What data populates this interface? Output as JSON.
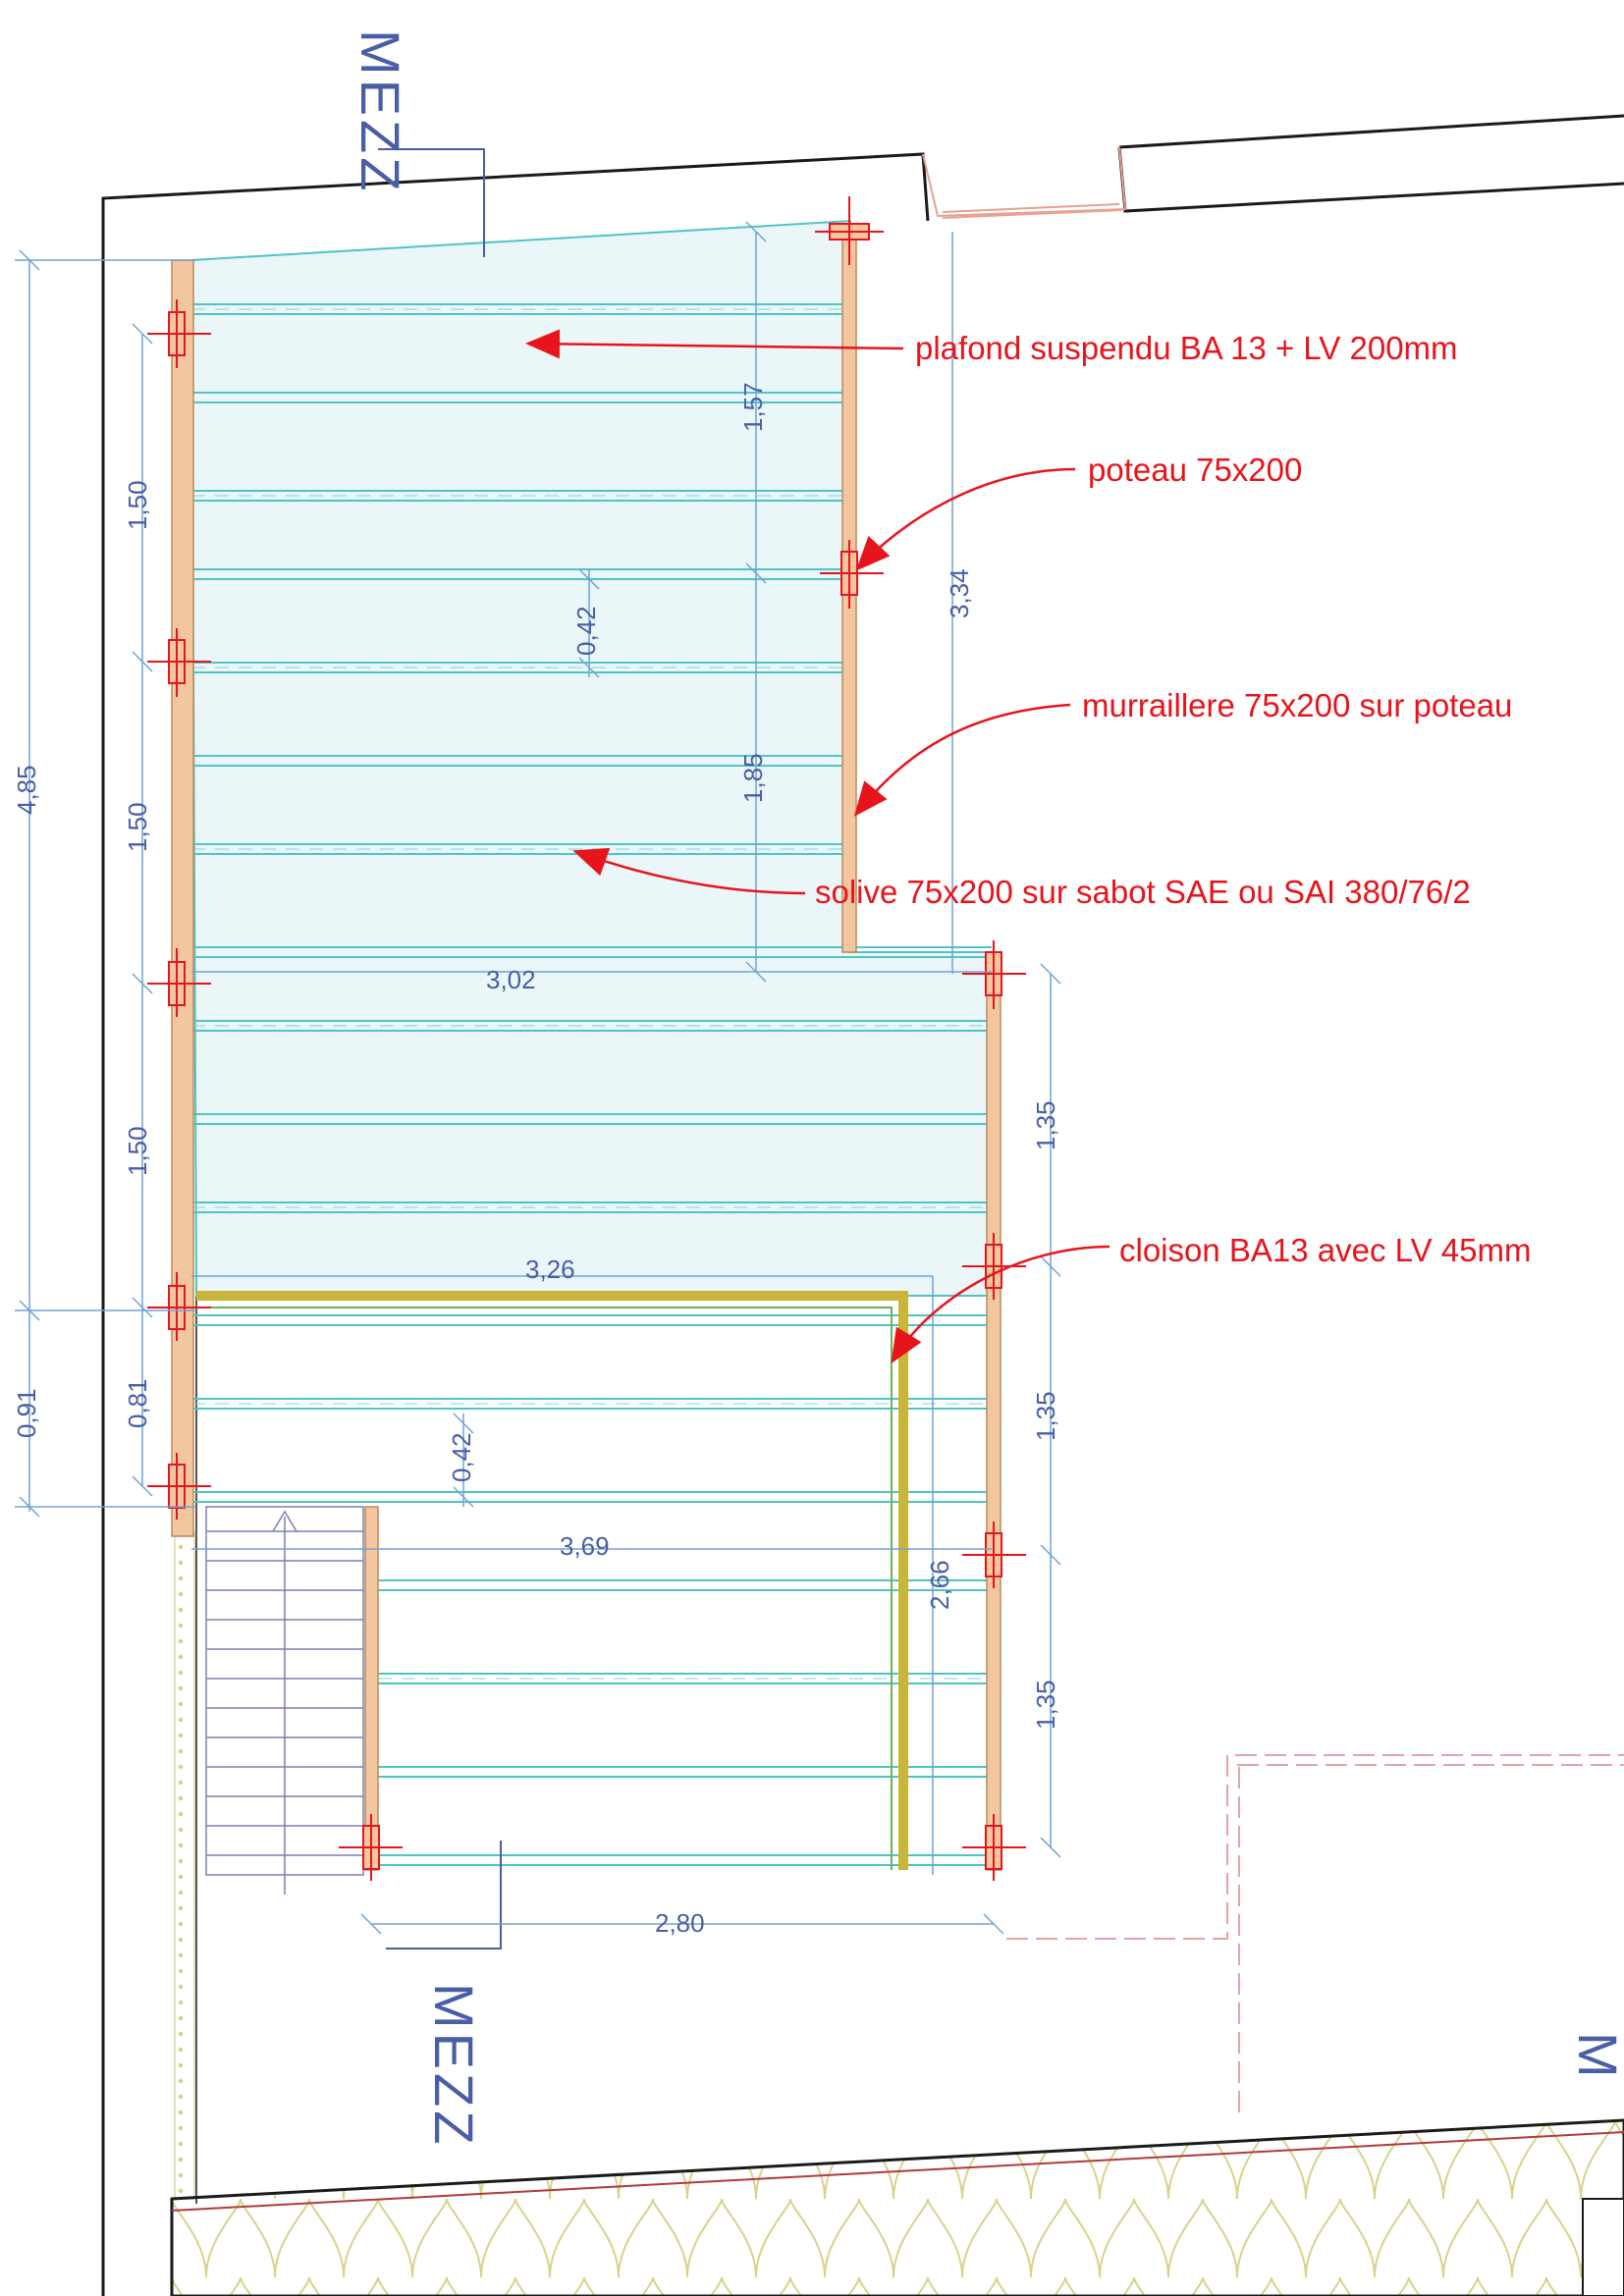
{
  "section_labels": {
    "top_cut": "MEZZ",
    "bottom_cut": "MEZZ",
    "right_partial": "M"
  },
  "annotations": [
    "plafond suspendu BA 13 + LV 200mm",
    "poteau 75x200",
    "murraillere 75x200 sur poteau",
    "solive 75x200 sur sabot SAE ou SAI 380/76/2",
    "cloison BA13 avec LV 45mm"
  ],
  "dimensions": {
    "total_height": "4,85",
    "left_span_1": "1,50",
    "left_span_2": "1,50",
    "left_span_3": "1,50",
    "left_span_4": "0,81",
    "outer_span_low": "0,91",
    "upper_width": "3,02",
    "mid_width": "3,26",
    "lower_width": "3,69",
    "bottom_width": "2,80",
    "post_span_upper": "1,57",
    "post_span_lower": "1,85",
    "post_total": "3,34",
    "joist_gap_upper": "0,42",
    "joist_gap_lower": "0,42",
    "right_span_1": "1,35",
    "right_span_2": "1,35",
    "right_span_3": "1,35",
    "stair_edge": "2,66"
  },
  "colors": {
    "annotation": "#e8141c",
    "dimension": "#4a5ea8",
    "joist": "#4fc3c9",
    "wall": "#1a1a1a",
    "post_wood": "#f2c7a0",
    "ceiling_fill": "#eaf6f8",
    "insulation": "#e7e2a0"
  }
}
